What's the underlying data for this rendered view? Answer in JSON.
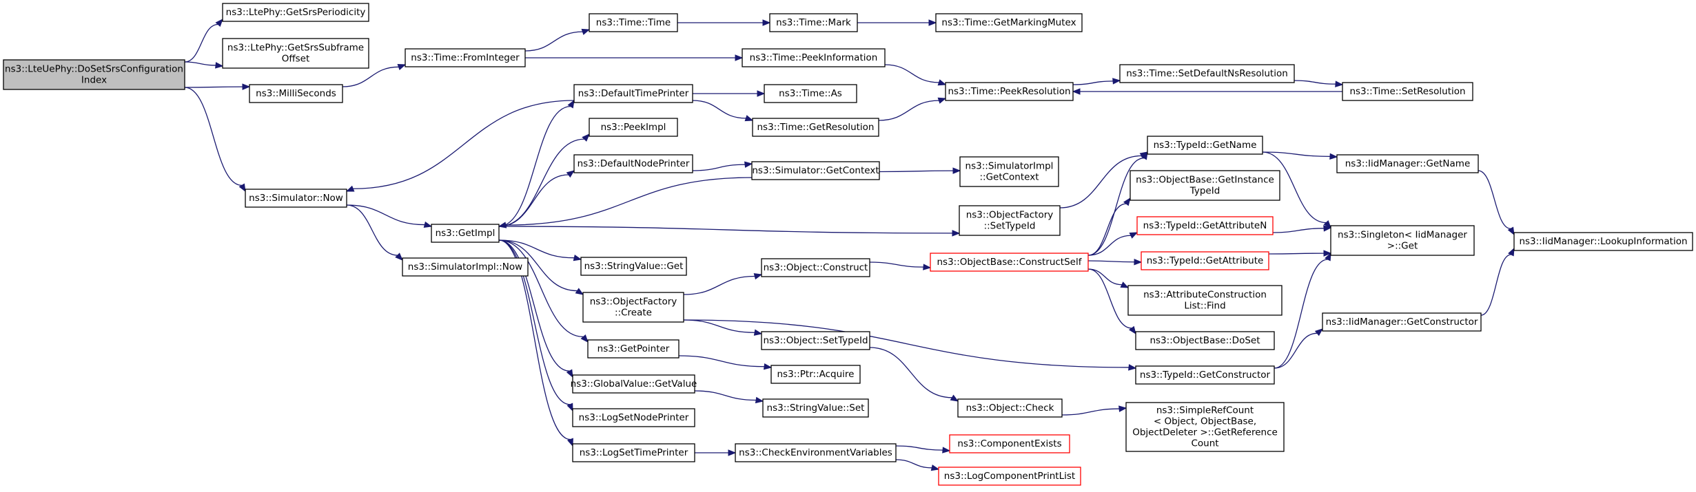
{
  "title": "",
  "colors": {
    "edge": "#191970",
    "node_border": "#000000",
    "truncated_border": "#ff0000",
    "root_fill": "#bfbfbf",
    "node_fill": "#ffffff"
  },
  "nodes": [
    {
      "id": "root",
      "lines": [
        "ns3::LteUePhy::DoSetSrsConfiguration",
        "Index"
      ],
      "style": "root"
    },
    {
      "id": "getsrsperiodicity",
      "lines": [
        "ns3::LtePhy::GetSrsPeriodicity"
      ],
      "style": "normal"
    },
    {
      "id": "getsrssubframeoffset",
      "lines": [
        "ns3::LtePhy::GetSrsSubframe",
        "Offset"
      ],
      "style": "normal"
    },
    {
      "id": "milliseconds",
      "lines": [
        "ns3::MilliSeconds"
      ],
      "style": "normal"
    },
    {
      "id": "simnow",
      "lines": [
        "ns3::Simulator::Now"
      ],
      "style": "normal"
    },
    {
      "id": "frominteger",
      "lines": [
        "ns3::Time::FromInteger"
      ],
      "style": "normal"
    },
    {
      "id": "timetime",
      "lines": [
        "ns3::Time::Time"
      ],
      "style": "normal"
    },
    {
      "id": "timemark",
      "lines": [
        "ns3::Time::Mark"
      ],
      "style": "normal"
    },
    {
      "id": "markingmutex",
      "lines": [
        "ns3::Time::GetMarkingMutex"
      ],
      "style": "normal"
    },
    {
      "id": "peekinformation",
      "lines": [
        "ns3::Time::PeekInformation"
      ],
      "style": "normal"
    },
    {
      "id": "peekresolution",
      "lines": [
        "ns3::Time::PeekResolution"
      ],
      "style": "normal"
    },
    {
      "id": "setdefaultns",
      "lines": [
        "ns3::Time::SetDefaultNsResolution"
      ],
      "style": "normal"
    },
    {
      "id": "setresolution",
      "lines": [
        "ns3::Time::SetResolution"
      ],
      "style": "normal"
    },
    {
      "id": "defaulttimeprinter",
      "lines": [
        "ns3::DefaultTimePrinter"
      ],
      "style": "normal"
    },
    {
      "id": "timeas",
      "lines": [
        "ns3::Time::As"
      ],
      "style": "normal"
    },
    {
      "id": "getresolution",
      "lines": [
        "ns3::Time::GetResolution"
      ],
      "style": "normal"
    },
    {
      "id": "peekimpl",
      "lines": [
        "ns3::PeekImpl"
      ],
      "style": "normal"
    },
    {
      "id": "defaultnodeprinter",
      "lines": [
        "ns3::DefaultNodePrinter"
      ],
      "style": "normal"
    },
    {
      "id": "getcontext",
      "lines": [
        "ns3::Simulator::GetContext"
      ],
      "style": "normal"
    },
    {
      "id": "simimplgetcontext",
      "lines": [
        "ns3::SimulatorImpl",
        "::GetContext"
      ],
      "style": "normal"
    },
    {
      "id": "getimpl",
      "lines": [
        "ns3::GetImpl"
      ],
      "style": "normal"
    },
    {
      "id": "simimplnow",
      "lines": [
        "ns3::SimulatorImpl::Now"
      ],
      "style": "normal"
    },
    {
      "id": "stringvalueget",
      "lines": [
        "ns3::StringValue::Get"
      ],
      "style": "normal"
    },
    {
      "id": "objectfactorycreate",
      "lines": [
        "ns3::ObjectFactory",
        "::Create"
      ],
      "style": "normal"
    },
    {
      "id": "getpointer",
      "lines": [
        "ns3::GetPointer"
      ],
      "style": "normal"
    },
    {
      "id": "globalvaluegetvalue",
      "lines": [
        "ns3::GlobalValue::GetValue"
      ],
      "style": "normal"
    },
    {
      "id": "logsetnodeprinter",
      "lines": [
        "ns3::LogSetNodePrinter"
      ],
      "style": "normal"
    },
    {
      "id": "logsettimeprinter",
      "lines": [
        "ns3::LogSetTimePrinter"
      ],
      "style": "normal"
    },
    {
      "id": "objectconstruct",
      "lines": [
        "ns3::Object::Construct"
      ],
      "style": "normal"
    },
    {
      "id": "objectsettypeid",
      "lines": [
        "ns3::Object::SetTypeId"
      ],
      "style": "normal"
    },
    {
      "id": "ptracquire",
      "lines": [
        "ns3::Ptr::Acquire"
      ],
      "style": "normal"
    },
    {
      "id": "stringvalueset",
      "lines": [
        "ns3::StringValue::Set"
      ],
      "style": "normal"
    },
    {
      "id": "checkenv",
      "lines": [
        "ns3::CheckEnvironmentVariables"
      ],
      "style": "normal"
    },
    {
      "id": "objectcheck",
      "lines": [
        "ns3::Object::Check"
      ],
      "style": "normal"
    },
    {
      "id": "componentexists",
      "lines": [
        "ns3::ComponentExists"
      ],
      "style": "truncated"
    },
    {
      "id": "logcomponentprintlist",
      "lines": [
        "ns3::LogComponentPrintList"
      ],
      "style": "truncated"
    },
    {
      "id": "objectfactorysettypeid",
      "lines": [
        "ns3::ObjectFactory",
        "::SetTypeId"
      ],
      "style": "normal"
    },
    {
      "id": "constructself",
      "lines": [
        "ns3::ObjectBase::ConstructSelf"
      ],
      "style": "truncated"
    },
    {
      "id": "typeidgetname",
      "lines": [
        "ns3::TypeId::GetName"
      ],
      "style": "normal"
    },
    {
      "id": "getinstancetypeid",
      "lines": [
        "ns3::ObjectBase::GetInstance",
        "TypeId"
      ],
      "style": "normal"
    },
    {
      "id": "getattributen",
      "lines": [
        "ns3::TypeId::GetAttributeN"
      ],
      "style": "truncated"
    },
    {
      "id": "getattribute",
      "lines": [
        "ns3::TypeId::GetAttribute"
      ],
      "style": "truncated"
    },
    {
      "id": "attrconstructionfind",
      "lines": [
        "ns3::AttributeConstruction",
        "List::Find"
      ],
      "style": "normal"
    },
    {
      "id": "dosetobj",
      "lines": [
        "ns3::ObjectBase::DoSet"
      ],
      "style": "normal"
    },
    {
      "id": "typeidgetconstructor",
      "lines": [
        "ns3::TypeId::GetConstructor"
      ],
      "style": "normal"
    },
    {
      "id": "simplerefcount",
      "lines": [
        "ns3::SimpleRefCount",
        "< Object, ObjectBase,",
        " ObjectDeleter >::GetReference",
        "Count"
      ],
      "style": "normal"
    },
    {
      "id": "iidgetname",
      "lines": [
        "ns3::IidManager::GetName"
      ],
      "style": "normal"
    },
    {
      "id": "singletonget",
      "lines": [
        "ns3::Singleton< IidManager",
        " >::Get"
      ],
      "style": "normal"
    },
    {
      "id": "iidgetconstructor",
      "lines": [
        "ns3::IidManager::GetConstructor"
      ],
      "style": "normal"
    },
    {
      "id": "lookupinformation",
      "lines": [
        "ns3::IidManager::LookupInformation"
      ],
      "style": "normal"
    }
  ],
  "edges": [
    [
      "root",
      "getsrsperiodicity"
    ],
    [
      "root",
      "getsrssubframeoffset"
    ],
    [
      "root",
      "milliseconds"
    ],
    [
      "root",
      "simnow"
    ],
    [
      "milliseconds",
      "frominteger"
    ],
    [
      "frominteger",
      "timetime"
    ],
    [
      "frominteger",
      "peekinformation"
    ],
    [
      "timetime",
      "timemark"
    ],
    [
      "timemark",
      "markingmutex"
    ],
    [
      "peekinformation",
      "peekresolution"
    ],
    [
      "peekresolution",
      "setdefaultns"
    ],
    [
      "setdefaultns",
      "setresolution"
    ],
    [
      "setresolution",
      "peekresolution"
    ],
    [
      "getresolution",
      "peekresolution"
    ],
    [
      "defaulttimeprinter",
      "timeas"
    ],
    [
      "defaulttimeprinter",
      "getresolution"
    ],
    [
      "defaulttimeprinter",
      "simnow"
    ],
    [
      "simnow",
      "getimpl"
    ],
    [
      "simnow",
      "simimplnow"
    ],
    [
      "getimpl",
      "defaulttimeprinter"
    ],
    [
      "getimpl",
      "peekimpl"
    ],
    [
      "getimpl",
      "defaultnodeprinter"
    ],
    [
      "getimpl",
      "objectfactorysettypeid"
    ],
    [
      "getimpl",
      "stringvalueget"
    ],
    [
      "getimpl",
      "objectfactorycreate"
    ],
    [
      "getimpl",
      "getpointer"
    ],
    [
      "getimpl",
      "globalvaluegetvalue"
    ],
    [
      "getimpl",
      "logsetnodeprinter"
    ],
    [
      "getimpl",
      "logsettimeprinter"
    ],
    [
      "defaultnodeprinter",
      "getcontext"
    ],
    [
      "getcontext",
      "simimplgetcontext"
    ],
    [
      "getcontext",
      "getimpl"
    ],
    [
      "objectfactorycreate",
      "objectconstruct"
    ],
    [
      "objectfactorycreate",
      "objectsettypeid"
    ],
    [
      "objectfactorycreate",
      "typeidgetconstructor"
    ],
    [
      "getpointer",
      "ptracquire"
    ],
    [
      "globalvaluegetvalue",
      "stringvalueset"
    ],
    [
      "logsettimeprinter",
      "checkenv"
    ],
    [
      "checkenv",
      "componentexists"
    ],
    [
      "checkenv",
      "logcomponentprintlist"
    ],
    [
      "objectconstruct",
      "constructself"
    ],
    [
      "objectsettypeid",
      "objectcheck"
    ],
    [
      "objectcheck",
      "simplerefcount"
    ],
    [
      "objectfactorysettypeid",
      "typeidgetname"
    ],
    [
      "constructself",
      "typeidgetname"
    ],
    [
      "constructself",
      "getinstancetypeid"
    ],
    [
      "constructself",
      "getattributen"
    ],
    [
      "constructself",
      "getattribute"
    ],
    [
      "constructself",
      "attrconstructionfind"
    ],
    [
      "constructself",
      "dosetobj"
    ],
    [
      "typeidgetname",
      "iidgetname"
    ],
    [
      "typeidgetname",
      "singletonget"
    ],
    [
      "getattributen",
      "singletonget"
    ],
    [
      "getattribute",
      "singletonget"
    ],
    [
      "typeidgetconstructor",
      "singletonget"
    ],
    [
      "typeidgetconstructor",
      "iidgetconstructor"
    ],
    [
      "iidgetname",
      "lookupinformation"
    ],
    [
      "iidgetconstructor",
      "lookupinformation"
    ]
  ]
}
